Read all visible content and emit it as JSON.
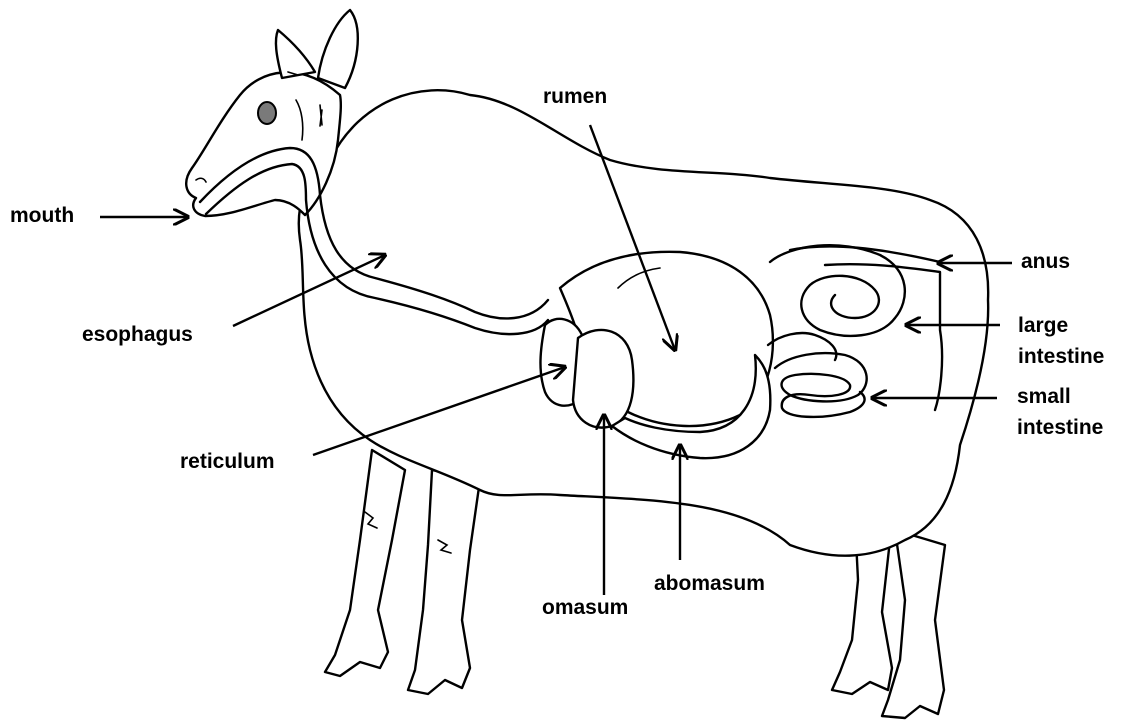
{
  "labels": {
    "mouth": "mouth",
    "esophagus": "esophagus",
    "reticulum": "reticulum",
    "rumen": "rumen",
    "omasum": "omasum",
    "abomasum": "abomasum",
    "anus": "anus",
    "large_intestine_1": "large",
    "large_intestine_2": "intestine",
    "small_intestine_1": "small",
    "small_intestine_2": "intestine"
  },
  "colors": {
    "line": "#000000",
    "background": "#ffffff",
    "eye": "#7a7a7a"
  }
}
